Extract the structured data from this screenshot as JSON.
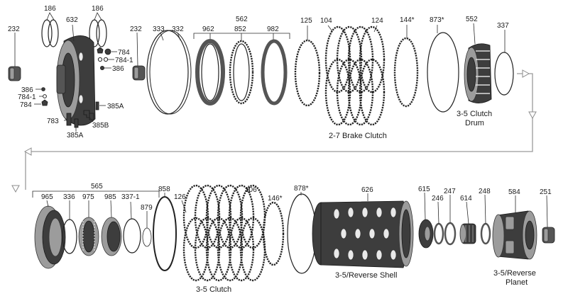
{
  "figure": {
    "callouts": [
      {
        "id": "c-186-a",
        "text": "186"
      },
      {
        "id": "c-632",
        "text": "632"
      },
      {
        "id": "c-186-b",
        "text": "186"
      },
      {
        "id": "c-232-a",
        "text": "232"
      },
      {
        "id": "c-784-top",
        "text": "784"
      },
      {
        "id": "c-784-1-top",
        "text": "784-1"
      },
      {
        "id": "c-386-top",
        "text": "386"
      },
      {
        "id": "c-386-left",
        "text": "386"
      },
      {
        "id": "c-784-1-left",
        "text": "784-1"
      },
      {
        "id": "c-784-left",
        "text": "784"
      },
      {
        "id": "c-385A-right",
        "text": "385A"
      },
      {
        "id": "c-783",
        "text": "783"
      },
      {
        "id": "c-385B",
        "text": "385B"
      },
      {
        "id": "c-385A-bottom",
        "text": "385A"
      },
      {
        "id": "c-232-b",
        "text": "232"
      },
      {
        "id": "c-333",
        "text": "333"
      },
      {
        "id": "c-332",
        "text": "332"
      },
      {
        "id": "c-562",
        "text": "562"
      },
      {
        "id": "c-962",
        "text": "962"
      },
      {
        "id": "c-852",
        "text": "852"
      },
      {
        "id": "c-982",
        "text": "982"
      },
      {
        "id": "c-125",
        "text": "125"
      },
      {
        "id": "c-104",
        "text": "104"
      },
      {
        "id": "c-124",
        "text": "124"
      },
      {
        "id": "c-144",
        "text": "144*"
      },
      {
        "id": "c-873",
        "text": "873*"
      },
      {
        "id": "c-552",
        "text": "552"
      },
      {
        "id": "c-337",
        "text": "337"
      },
      {
        "id": "c-565",
        "text": "565"
      },
      {
        "id": "c-965",
        "text": "965"
      },
      {
        "id": "c-336",
        "text": "336"
      },
      {
        "id": "c-975",
        "text": "975"
      },
      {
        "id": "c-985",
        "text": "985"
      },
      {
        "id": "c-337-1",
        "text": "337-1"
      },
      {
        "id": "c-879",
        "text": "879"
      },
      {
        "id": "c-858",
        "text": "858"
      },
      {
        "id": "c-126",
        "text": "126"
      },
      {
        "id": "c-106",
        "text": "106"
      },
      {
        "id": "c-146",
        "text": "146*"
      },
      {
        "id": "c-878",
        "text": "878*"
      },
      {
        "id": "c-626",
        "text": "626"
      },
      {
        "id": "c-615",
        "text": "615"
      },
      {
        "id": "c-246",
        "text": "246"
      },
      {
        "id": "c-247",
        "text": "247"
      },
      {
        "id": "c-614",
        "text": "614"
      },
      {
        "id": "c-248",
        "text": "248"
      },
      {
        "id": "c-584",
        "text": "584"
      },
      {
        "id": "c-251",
        "text": "251"
      }
    ],
    "captions": {
      "brake_clutch": "2-7 Brake Clutch",
      "clutch_drum_1": "3-5 Clutch",
      "clutch_drum_2": "Drum",
      "clutch_35": "3-5 Clutch",
      "reverse_shell": "3-5/Reverse Shell",
      "reverse_planet_1": "3-5/Reverse",
      "reverse_planet_2": "Planet"
    }
  }
}
